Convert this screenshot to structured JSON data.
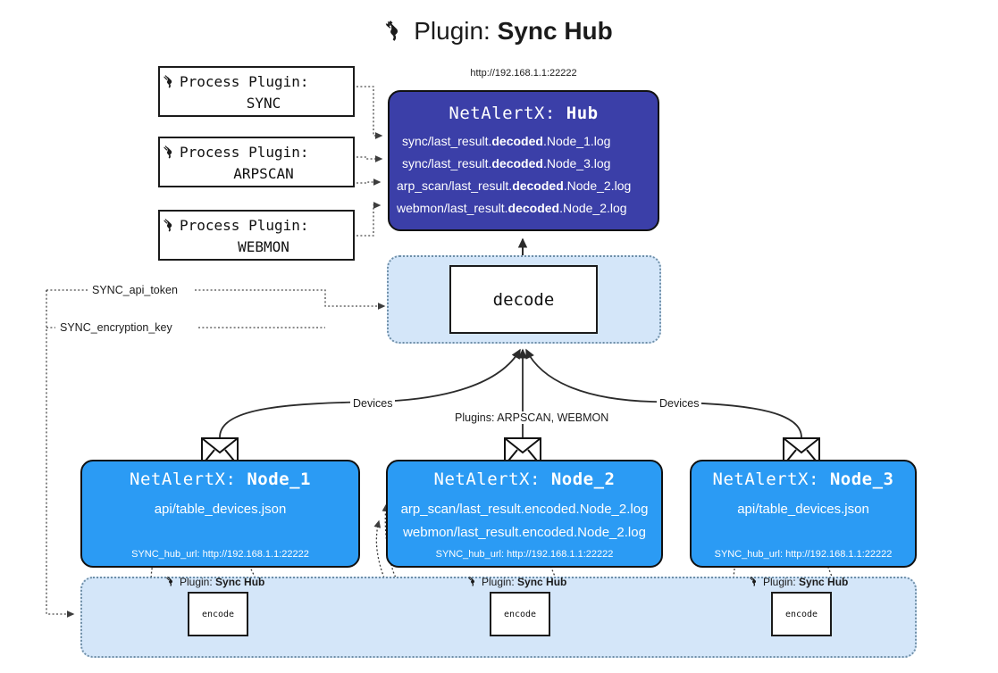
{
  "title": {
    "icon": "plug-icon",
    "prefix": "Plugin: ",
    "name": "Sync Hub"
  },
  "hub": {
    "url": "http://192.168.1.1:22222",
    "label_prefix": "NetAlertX: ",
    "label_name": "Hub",
    "log_lines": [
      {
        "pre": "sync/last_result.",
        "mid": "decoded",
        "post": ".Node_1.log"
      },
      {
        "pre": "sync/last_result.",
        "mid": "decoded",
        "post": ".Node_3.log"
      },
      {
        "pre": "arp_scan/last_result.",
        "mid": "decoded",
        "post": ".Node_2.log"
      },
      {
        "pre": "webmon/last_result.",
        "mid": "decoded",
        "post": ".Node_2.log"
      }
    ]
  },
  "process_plugins": [
    {
      "icon": "plug-icon",
      "line1": "Process Plugin:",
      "line2": "SYNC"
    },
    {
      "icon": "plug-icon",
      "line1": "Process Plugin:",
      "line2": "ARPSCAN"
    },
    {
      "icon": "plug-icon",
      "line1": "Process Plugin:",
      "line2": "WEBMON"
    }
  ],
  "decode": {
    "label": "decode"
  },
  "encode": {
    "label": "encode",
    "caption_prefix": "Plugin: ",
    "caption_name": "Sync Hub",
    "icon": "plug-icon"
  },
  "nodes": [
    {
      "label_prefix": "NetAlertX: ",
      "label_name": "Node_1",
      "lines": [
        "api/table_devices.json"
      ],
      "url_label": "SYNC_hub_url: http://192.168.1.1:22222",
      "envelope_icon": "envelope-icon"
    },
    {
      "label_prefix": "NetAlertX: ",
      "label_name": "Node_2",
      "lines": [
        "arp_scan/last_result.encoded.Node_2.log",
        "webmon/last_result.encoded.Node_2.log"
      ],
      "url_label": "SYNC_hub_url: http://192.168.1.1:22222",
      "envelope_icon": "envelope-icon"
    },
    {
      "label_prefix": "NetAlertX: ",
      "label_name": "Node_3",
      "lines": [
        "api/table_devices.json"
      ],
      "url_label": "SYNC_hub_url: http://192.168.1.1:22222",
      "envelope_icon": "envelope-icon"
    }
  ],
  "edge_labels": {
    "devices_left": "Devices",
    "devices_right": "Devices",
    "plugins_center": "Plugins: ARPSCAN, WEBMON",
    "api_token": "SYNC_api_token",
    "encryption_key": "SYNC_encryption_key"
  },
  "colors": {
    "hub_fill": "#3b3fa8",
    "node_fill": "#2b9bf4",
    "zone_fill": "#d4e6f9",
    "stroke": "#111111",
    "page_bg": "#ffffff"
  }
}
